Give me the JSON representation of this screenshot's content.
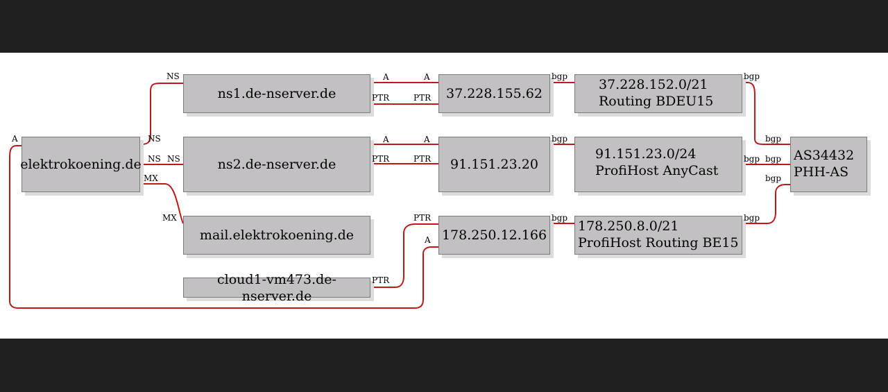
{
  "nodes": {
    "elektrokoening": "elektrokoening.de",
    "ns1": "ns1.de-nserver.de",
    "ns2": "ns2.de-nserver.de",
    "mail": "mail.elektrokoening.de",
    "cloud1": "cloud1-vm473.de-nserver.de",
    "ip1": "37.228.155.62",
    "ip2": "91.151.23.20",
    "ip3": "178.250.12.166",
    "net1": [
      "37.228.152.0/21",
      "Routing BDEU15"
    ],
    "net2": [
      "91.151.23.0/24",
      "ProfiHost AnyCast"
    ],
    "net3": [
      "178.250.8.0/21",
      "ProfiHost Routing BE15"
    ],
    "as": [
      "AS34432",
      "PHH-AS"
    ]
  },
  "labels": {
    "a": "A",
    "ns": "NS",
    "mx": "MX",
    "ptr": "PTR",
    "bgp": "bgp"
  },
  "colors": {
    "edge": "#c01818",
    "node_fill": "#c3c0c3",
    "background": "#ffffff",
    "frame": "#1f1f1f"
  }
}
